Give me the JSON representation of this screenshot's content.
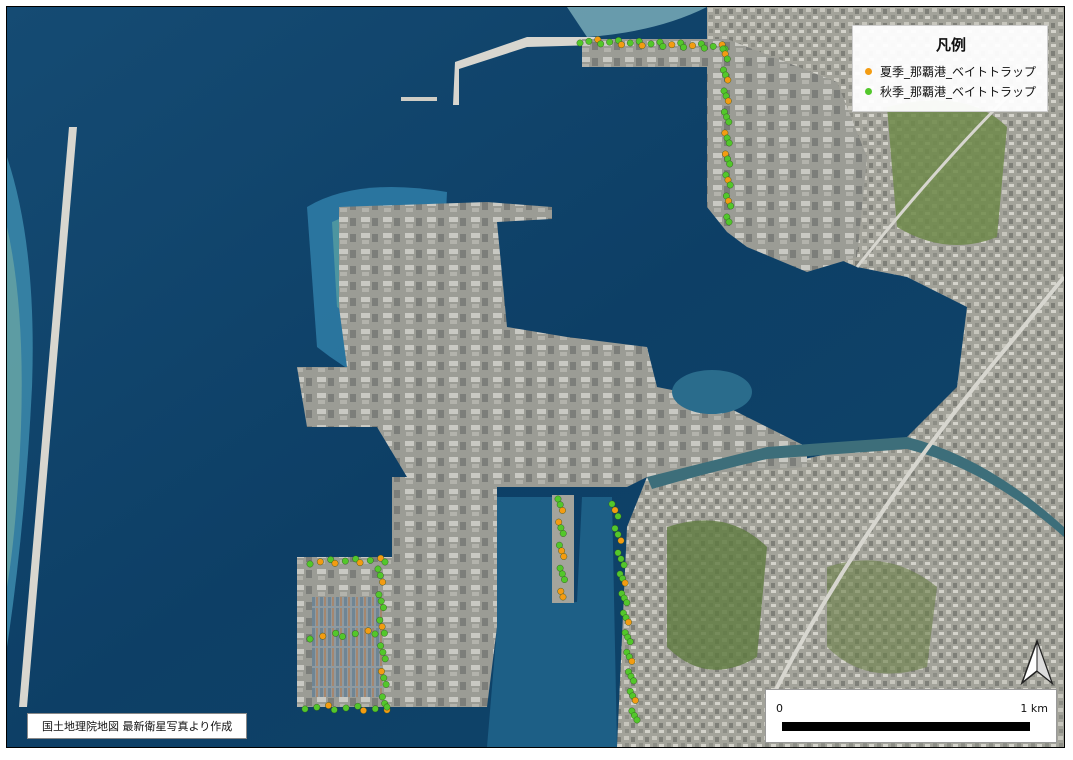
{
  "legend": {
    "title": "凡例",
    "items": [
      {
        "label": "夏季_那覇港_ベイトトラップ",
        "color": "#f39c12"
      },
      {
        "label": "秋季_那覇港_ベイトトラップ",
        "color": "#53c72b"
      }
    ]
  },
  "credit": "国土地理院地図 最新衛星写真より作成",
  "scale_bar": {
    "zero_label": "0",
    "end_label": "1 km"
  },
  "north_arrow": {
    "icon": "north-arrow-icon"
  },
  "colors": {
    "deep_sea": "#0d3f66",
    "shallow_sea": "#2e7eaa",
    "reef": "#5fa3a6",
    "land": "#9c9c92",
    "summer": "#f39c12",
    "autumn": "#53c72b"
  }
}
